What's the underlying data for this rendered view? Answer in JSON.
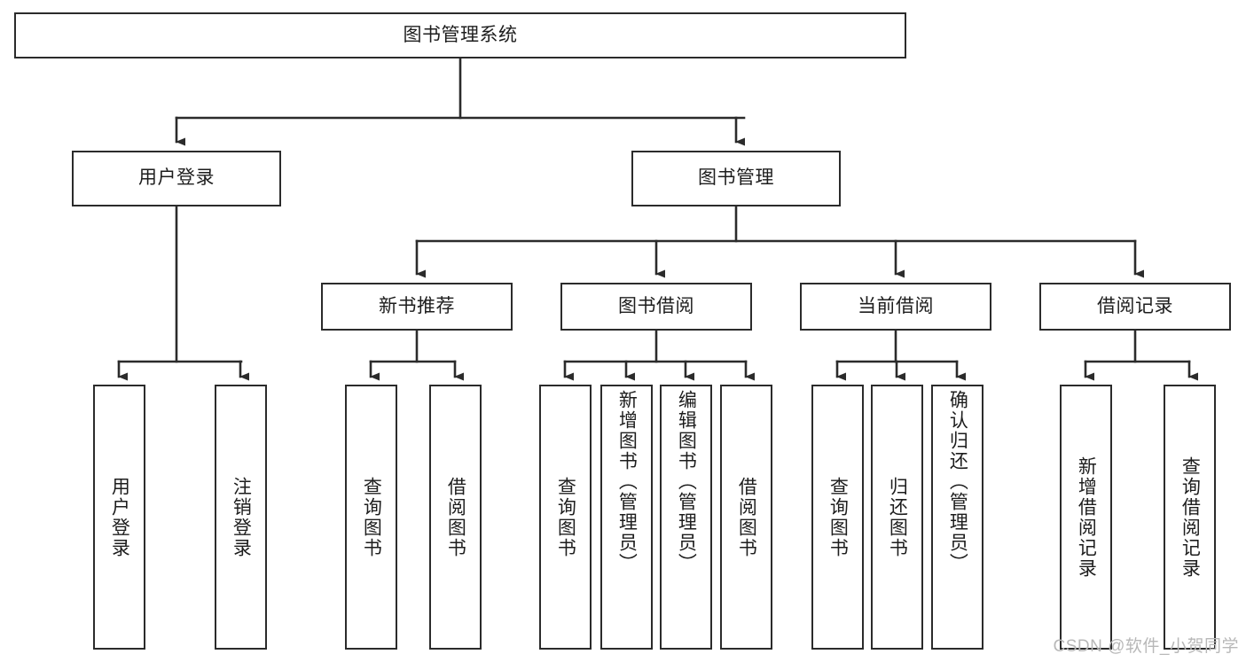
{
  "diagram": {
    "type": "tree",
    "title": "图书管理系统",
    "watermark": "CSDN @软件_小贺同学",
    "colors": {
      "box_border": "#2b2b2b",
      "box_fill": "#ffffff",
      "connector": "#2b2b2b",
      "text": "#1d1d1d",
      "watermark": "#b8b8b8"
    },
    "levels": {
      "root": {
        "label": "图书管理系统"
      },
      "modules": [
        {
          "label": "用户登录"
        },
        {
          "label": "图书管理"
        }
      ],
      "submodules": [
        {
          "label": "新书推荐"
        },
        {
          "label": "图书借阅"
        },
        {
          "label": "当前借阅"
        },
        {
          "label": "借阅记录"
        }
      ],
      "leaves": [
        {
          "label": "用户登录",
          "parent": "用户登录"
        },
        {
          "label": "注销登录",
          "parent": "用户登录"
        },
        {
          "label": "查询图书",
          "parent": "新书推荐"
        },
        {
          "label": "借阅图书",
          "parent": "新书推荐"
        },
        {
          "label": "查询图书",
          "parent": "图书借阅"
        },
        {
          "label": "新增图书（管理员）",
          "parent": "图书借阅"
        },
        {
          "label": "编辑图书（管理员）",
          "parent": "图书借阅"
        },
        {
          "label": "借阅图书",
          "parent": "图书借阅"
        },
        {
          "label": "查询图书",
          "parent": "当前借阅"
        },
        {
          "label": "归还图书",
          "parent": "当前借阅"
        },
        {
          "label": "确认归还（管理员）",
          "parent": "当前借阅"
        },
        {
          "label": "新增借阅记录",
          "parent": "借阅记录"
        },
        {
          "label": "查询借阅记录",
          "parent": "借阅记录"
        }
      ]
    }
  }
}
